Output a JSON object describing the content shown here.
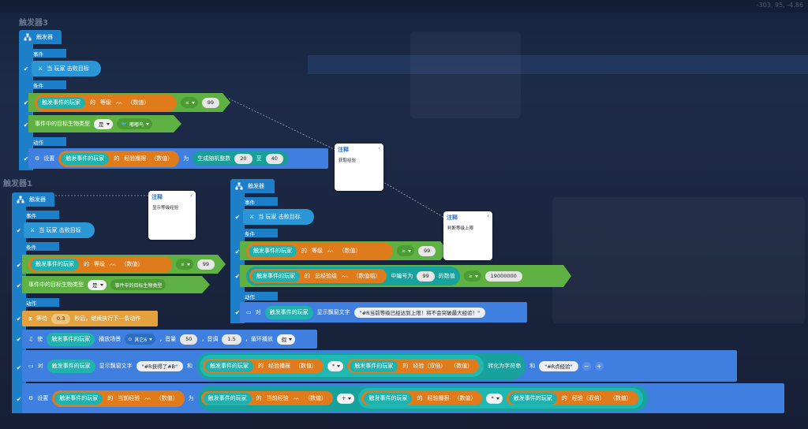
{
  "coord_readout": "-303, 95, -4.86",
  "canvas": {
    "labels": {
      "trigger3": "触发器3",
      "trigger1": "触发器1"
    }
  },
  "common": {
    "trigger": "触发器",
    "event": "事件",
    "condition": "条件",
    "action": "动作",
    "when_player_kills": "当 玩家 击败目标",
    "trigger_player": "触发事件的玩家",
    "of": "的",
    "level": "等级",
    "value": "（数值）",
    "le": "≤",
    "ge": "≥",
    "n99": "99",
    "target_type": "事件中的目标生物类型",
    "is": "是",
    "set": "设置",
    "to": "为",
    "to_player": "对",
    "show_float": "显示飘窗文字",
    "plus": "+",
    "minus": "−",
    "times": "*"
  },
  "trigger3": {
    "creature": "嘟嘟鸟",
    "exp_multiplier": "经验播报",
    "random_int": "生成随机整数",
    "from": "20",
    "to_word": "至",
    "to_val": "40"
  },
  "trigger2": {
    "total_exp_group": "总经验组",
    "value_group": "（数值组）",
    "index_label": "中编号为",
    "index": "99",
    "value_of": "的数值",
    "threshold": "19000000",
    "message": "\"#R当前等级已经达到上限！将不会突破最大经验！\""
  },
  "trigger1": {
    "target_type_value": "事件中的目标生物类型",
    "wait": "等待",
    "wait_value": "0.3",
    "wait_suffix": "秒后，继续执行下一条动作",
    "make": "使",
    "play_sound": "播放场景",
    "sound": "其它6",
    "volume_label": "，音量",
    "volume": "50",
    "pitch_label": "，音调",
    "pitch": "1.5",
    "loop_label": "，循环播放",
    "loop": "假",
    "msg_prefix": "\"#R获得了#B\"",
    "and": "和",
    "exp_double": "经验（双倍）",
    "to_string": "转化为字符串",
    "msg_suffix": "\"#R点经验\"",
    "current_exp": "当前经验",
    "exp_multiplier": "经验播报"
  },
  "notes": {
    "title": "注释",
    "close": "‹",
    "n1": "获取经验",
    "n2": "显示等级经验",
    "n3": "判断等级上限"
  },
  "colors": {
    "block_header": "#1e7fc9",
    "event_row": "#2a96d6",
    "condition_row": "#60b144",
    "action_row": "#3f7fe0",
    "wait_row": "#e3a23e",
    "entity_pill": "#e07b1c",
    "value_pill": "#20b3ae"
  }
}
